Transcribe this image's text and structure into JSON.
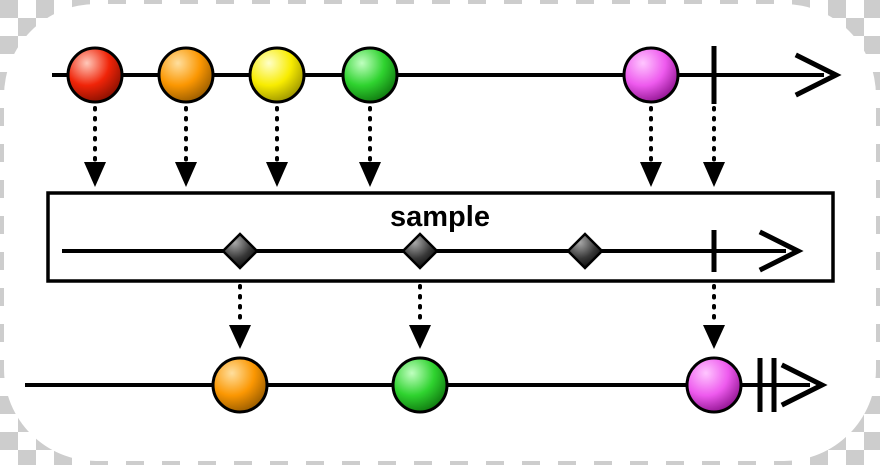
{
  "colors": {
    "checker": "#cdcdcd",
    "background": "#ffffff",
    "line": "#000000",
    "red": {
      "light": "#ffc8ba",
      "main": "#f02408",
      "dark": "#7c0e00"
    },
    "orange": {
      "light": "#ffdf9e",
      "main": "#fb9702",
      "dark": "#8d5500"
    },
    "yellow": {
      "light": "#ffffc8",
      "main": "#f8ec00",
      "dark": "#918a00"
    },
    "green": {
      "light": "#c0ffc0",
      "main": "#2fd32f",
      "dark": "#0c6e0c"
    },
    "magenta": {
      "light": "#ffc6ff",
      "main": "#ee5aee",
      "dark": "#870d87"
    },
    "marker": {
      "light": "#a8a8a8",
      "main": "#383838",
      "dark": "#000000"
    }
  },
  "streams": {
    "source": {
      "marbles": [
        "red",
        "orange",
        "yellow",
        "green",
        "magenta"
      ],
      "completed": true
    },
    "operator": {
      "label": "sample",
      "markers": 3,
      "completed": true
    },
    "output": {
      "marbles": [
        "orange",
        "green",
        "magenta"
      ],
      "completed": true
    }
  }
}
